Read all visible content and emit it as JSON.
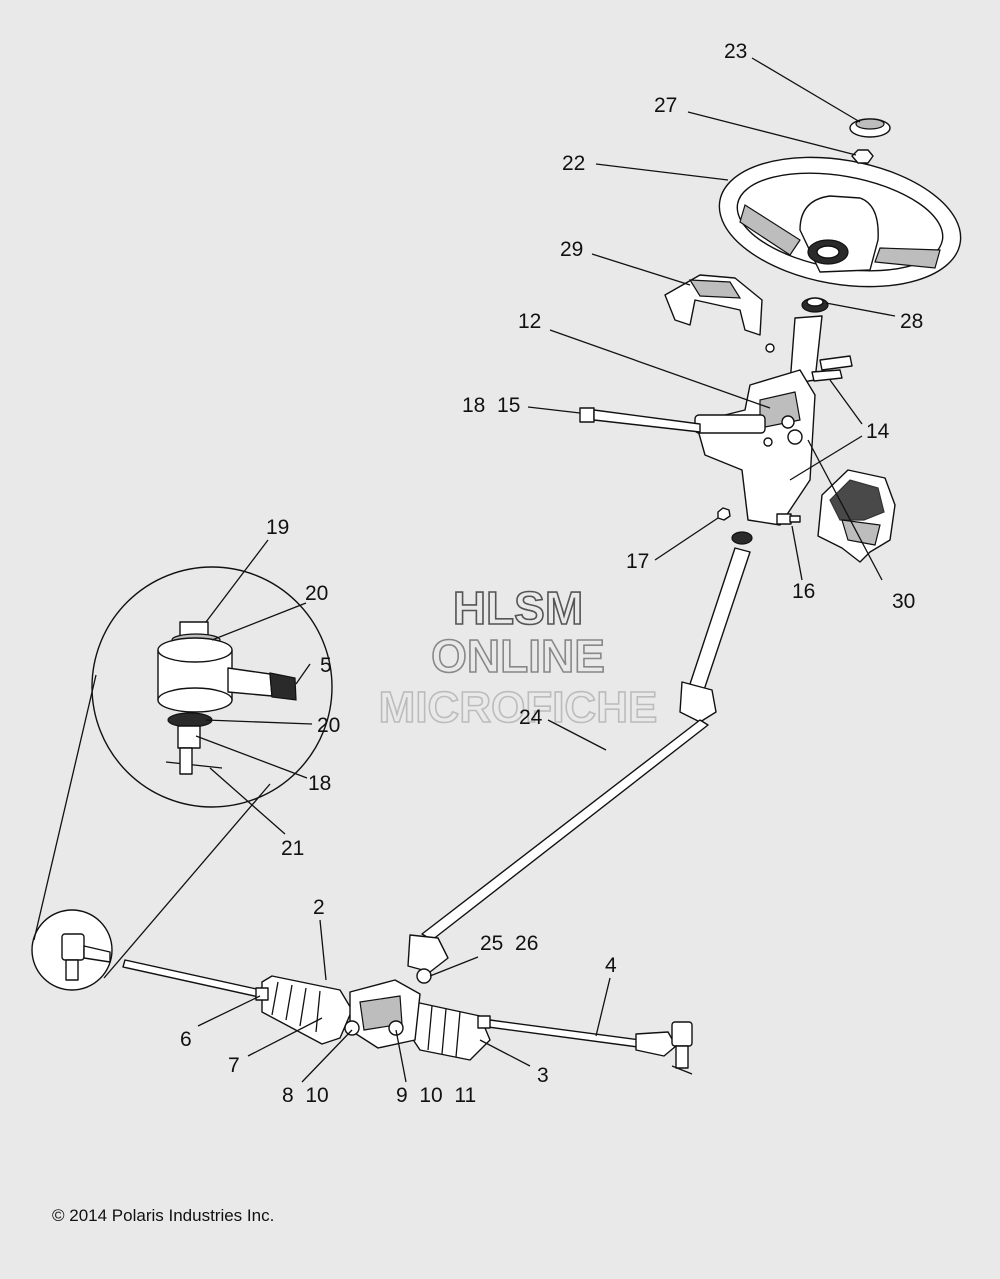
{
  "watermark": {
    "line1": "HLSM",
    "line2": "ONLINE",
    "line3": "MICROFICHE"
  },
  "copyright": "© 2014 Polaris Industries Inc.",
  "callouts": {
    "c23": "23",
    "c27": "27",
    "c22": "22",
    "c29": "29",
    "c28": "28",
    "c12": "12",
    "c18_15": "18  15",
    "c14": "14",
    "c17": "17",
    "c16": "16",
    "c30": "30",
    "c19": "19",
    "c20a": "20",
    "c5": "5",
    "c20b": "20",
    "c18": "18",
    "c21": "21",
    "c24": "24",
    "c2": "2",
    "c25_26": "25  26",
    "c4": "4",
    "c6": "6",
    "c7": "7",
    "c3": "3",
    "c8_10": "8  10",
    "c9_10_11": "9  10  11"
  }
}
